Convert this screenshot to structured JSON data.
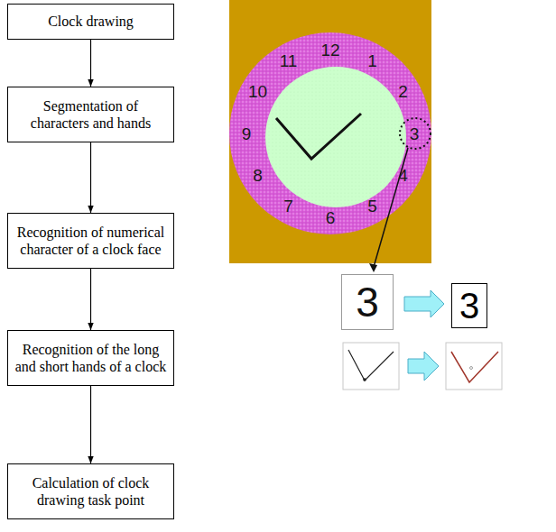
{
  "diagram": {
    "nodes": [
      {
        "text": [
          "Clock drawing"
        ]
      },
      {
        "text": [
          "Segmentation of characters and hands"
        ]
      },
      {
        "text": [
          "Recognition of numerical character of a clock face"
        ]
      },
      {
        "text": [
          "Recognition of the long and short hands of a clock"
        ]
      },
      {
        "text": [
          "Calculation of clock drawing task point"
        ]
      },
      {
        "text": [
          "3"
        ]
      },
      {
        "text": [
          "3"
        ]
      }
    ],
    "edges": [
      {
        "from": 0,
        "to": 1,
        "arrow": "to"
      },
      {
        "from": 1,
        "to": 2,
        "arrow": "to"
      },
      {
        "from": 2,
        "to": 3,
        "arrow": "to"
      },
      {
        "from": 3,
        "to": 4,
        "arrow": "to"
      },
      {
        "from": 5,
        "to": 6,
        "arrow": "to"
      }
    ],
    "labels": [
      "12",
      "1",
      "2",
      "3",
      "4",
      "5",
      "6",
      "7",
      "8",
      "9",
      "10",
      "11"
    ]
  }
}
